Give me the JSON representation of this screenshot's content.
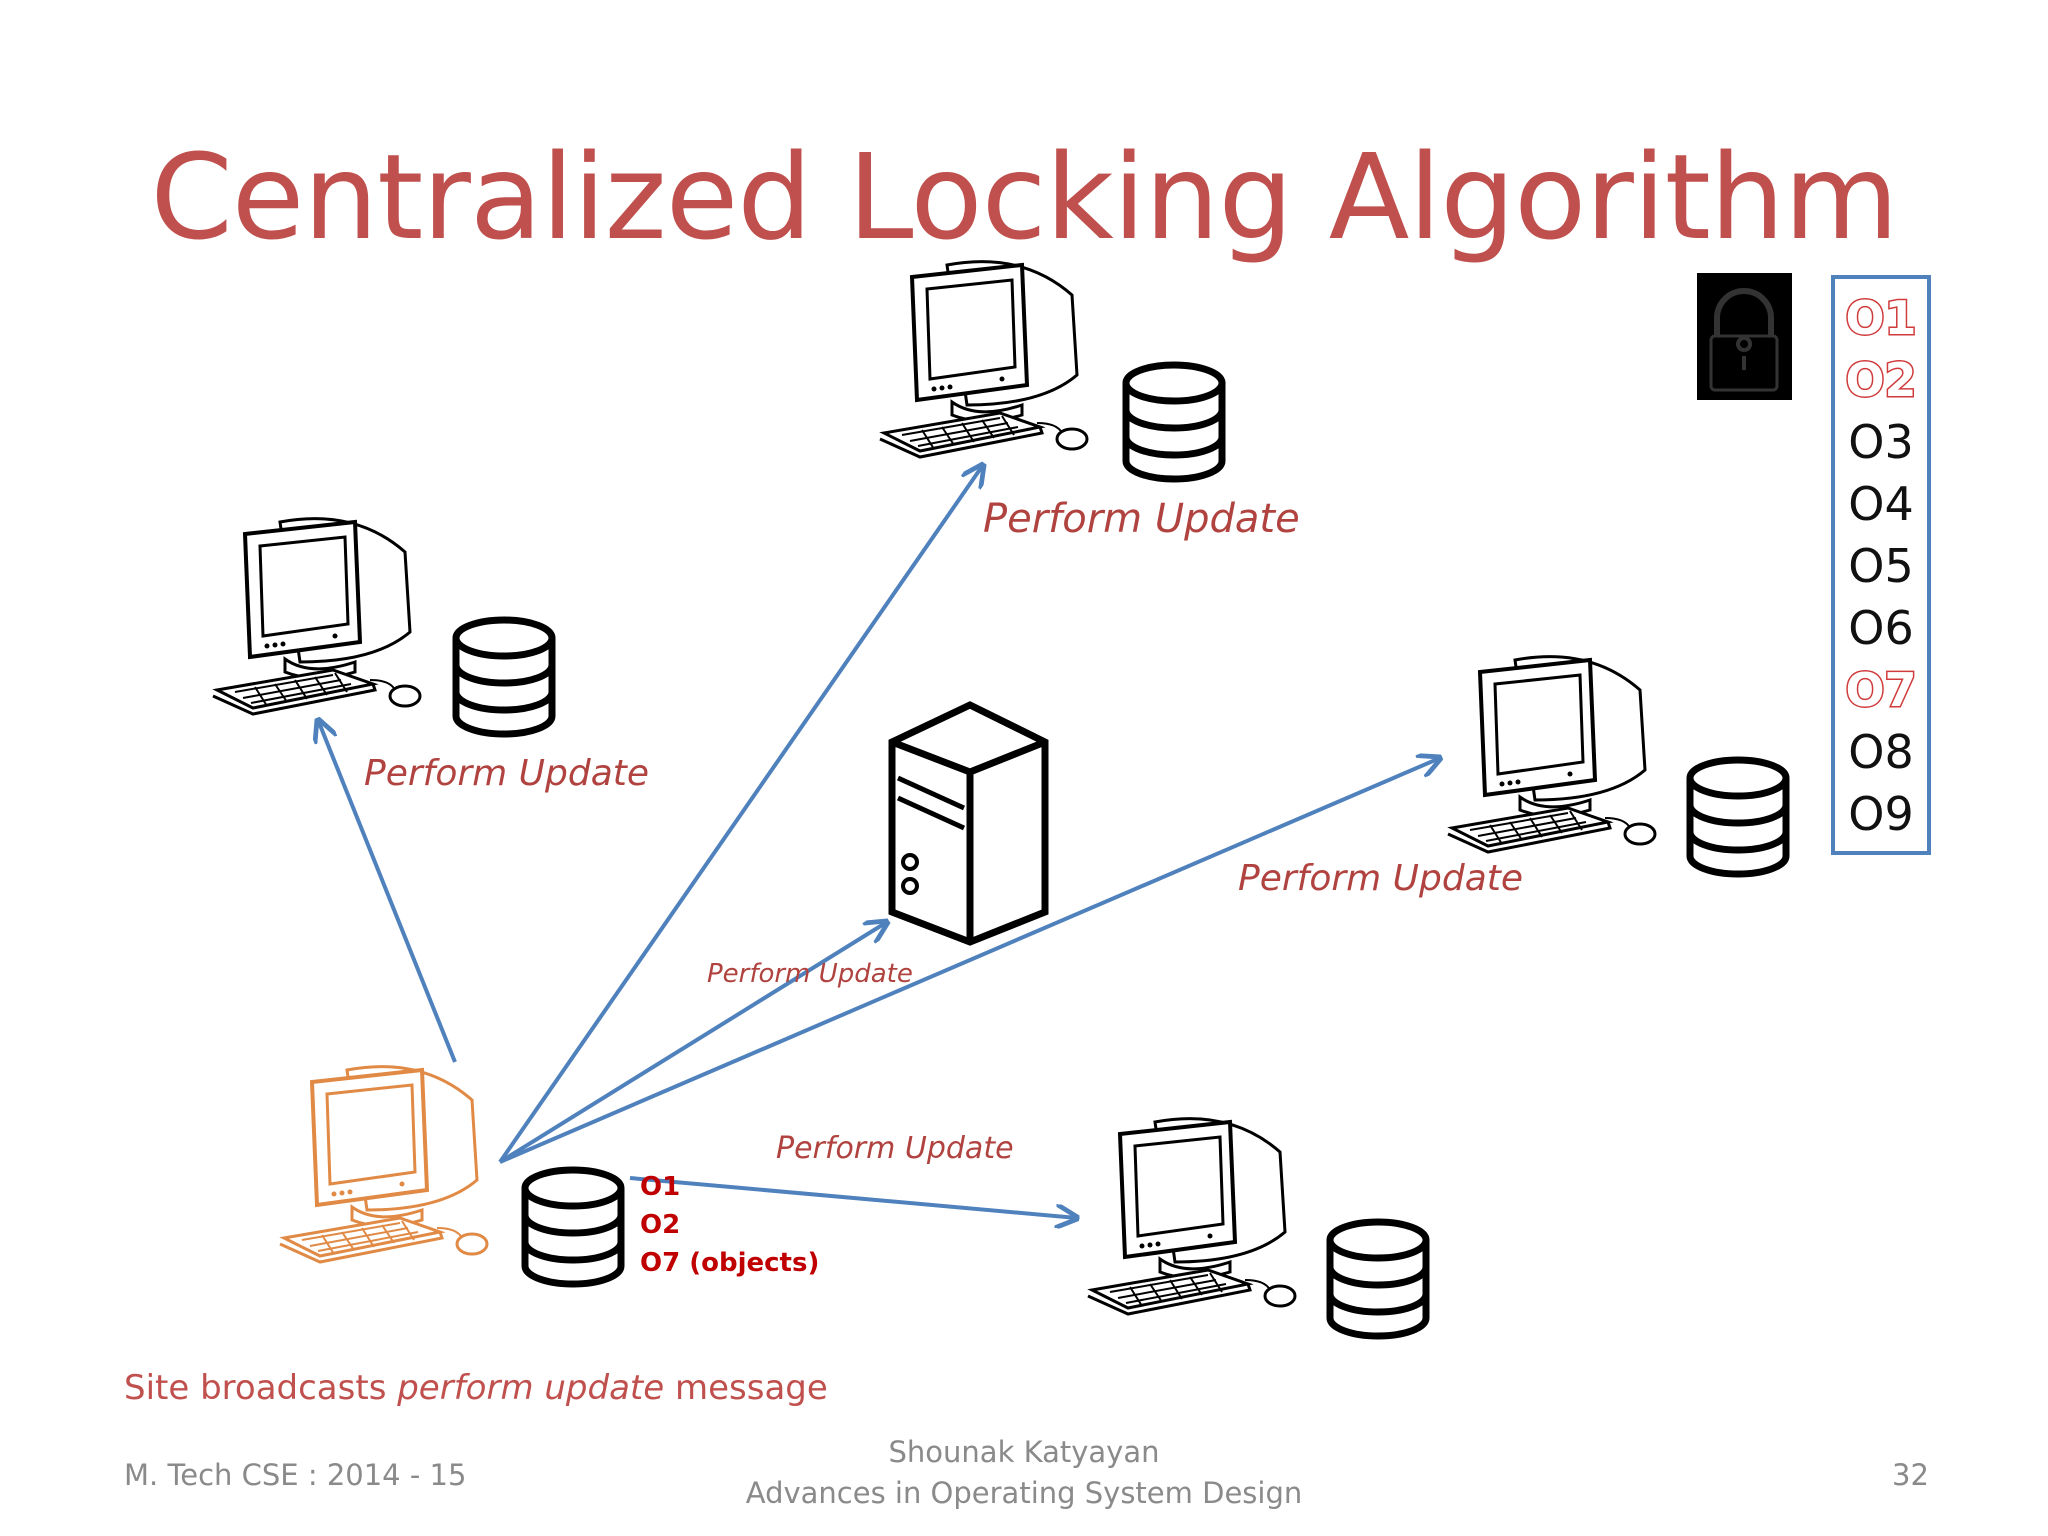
{
  "slide": {
    "title": "Centralized Locking Algorithm",
    "labels": {
      "top": "Perform Update",
      "left": "Perform Update",
      "right": "Perform Update",
      "center": "Perform Update",
      "bottom": "Perform Update"
    },
    "origin_objects": {
      "o1": "O1",
      "o2": "O2",
      "o7": "O7 (objects)"
    },
    "object_list": [
      {
        "label": "O1",
        "locked": true
      },
      {
        "label": "O2",
        "locked": true
      },
      {
        "label": "O3",
        "locked": false
      },
      {
        "label": "O4",
        "locked": false
      },
      {
        "label": "O5",
        "locked": false
      },
      {
        "label": "O6",
        "locked": false
      },
      {
        "label": "O7",
        "locked": true
      },
      {
        "label": "O8",
        "locked": false
      },
      {
        "label": "O9",
        "locked": false
      }
    ],
    "caption": {
      "pre": "Site broadcasts ",
      "em": "perform update",
      "post": " message"
    },
    "footer": {
      "left": "M. Tech CSE : 2014 - 15",
      "center_line1": "Shounak Katyayan",
      "center_line2": "Advances in Operating System Design",
      "page": "32"
    }
  },
  "colors": {
    "title": "#c0504d",
    "arrow": "#4f81bd",
    "origin_site": "#e08a45",
    "locked_object": "#d03a3a"
  },
  "icons": {
    "site": "computer-icon",
    "database": "database-icon",
    "lock_manager": "server-icon",
    "lock": "lock-icon"
  }
}
